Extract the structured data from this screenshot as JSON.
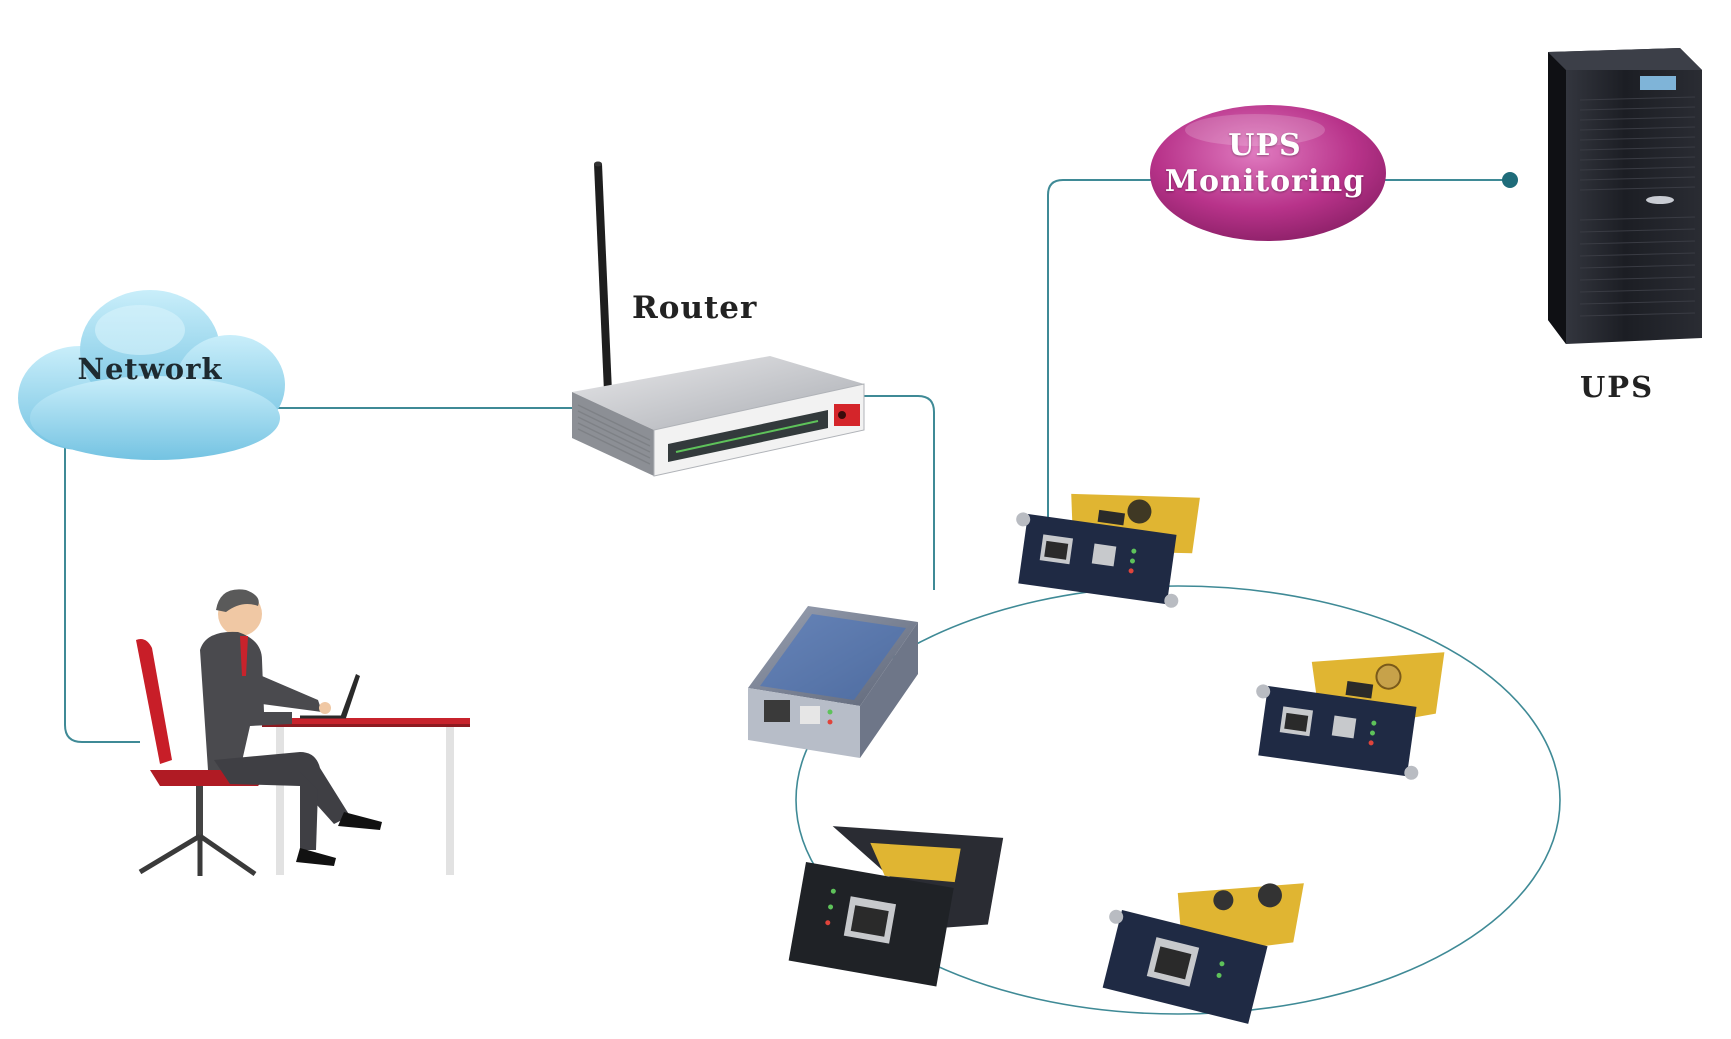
{
  "labels": {
    "network": "Network",
    "router": "Router",
    "ups_monitoring_line1": "UPS",
    "ups_monitoring_line2": "Monitoring",
    "ups": "UPS"
  },
  "colors": {
    "link_line": "#3f8a96",
    "cloud_fill": "#8fd3ec",
    "monitoring_bubble": "#b8338a",
    "ups_body": "#1c1e24",
    "card_faceplate": "#1f2a44",
    "card_pcb": "#e0b532",
    "chair_red": "#c81e28",
    "suit_gray": "#4a4a4e"
  },
  "icons": {
    "cloud": "network-cloud-icon",
    "router": "wireless-router-icon",
    "ups": "ups-tower-icon",
    "user": "user-at-desk-icon",
    "cards": [
      "snmp-card-icon",
      "snmp-card-icon",
      "snmp-card-icon",
      "snmp-card-icon",
      "external-snmp-box-icon"
    ]
  }
}
